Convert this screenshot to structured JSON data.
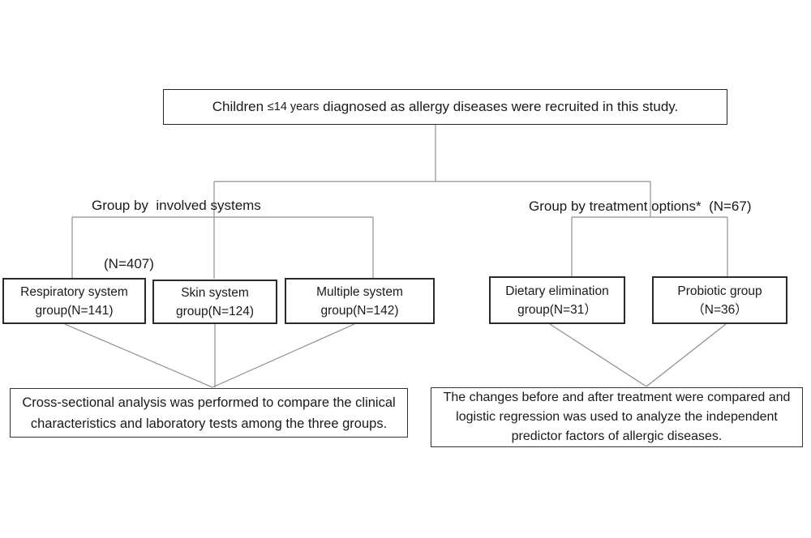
{
  "diagram": {
    "top_box": {
      "text_prefix": "Children ",
      "text_small": "≤14 years",
      "text_suffix": " diagnosed as allergy diseases were recruited in this study."
    },
    "left_branch_label": {
      "line1": "Group by  involved systems",
      "line2": "(N=407)"
    },
    "right_branch_label": {
      "text": "Group by treatment options*  (N=67)"
    },
    "group_boxes": [
      {
        "id": "respiratory",
        "line1": "Respiratory system",
        "line2": "group(N=141)"
      },
      {
        "id": "skin",
        "line1": "Skin system",
        "line2": "group(N=124)"
      },
      {
        "id": "multiple",
        "line1": "Multiple system",
        "line2": "group(N=142)"
      },
      {
        "id": "dietary",
        "line1": "Dietary elimination",
        "line2": "group(N=31）"
      },
      {
        "id": "probiotic",
        "line1": "Probiotic group",
        "line2": "（N=36）"
      }
    ],
    "outcome_boxes": [
      {
        "id": "cross-sectional",
        "text": "Cross-sectional analysis was performed to compare the clinical characteristics and laboratory tests among the three groups."
      },
      {
        "id": "treatment-analysis",
        "text": "The changes before and after treatment were compared and logistic regression was used to analyze the independent predictor factors of allergic diseases."
      }
    ],
    "colors": {
      "background": "#ffffff",
      "box_border": "#2b2b2b",
      "connector": "#8f8f8f",
      "text": "#1a1a1a"
    }
  }
}
